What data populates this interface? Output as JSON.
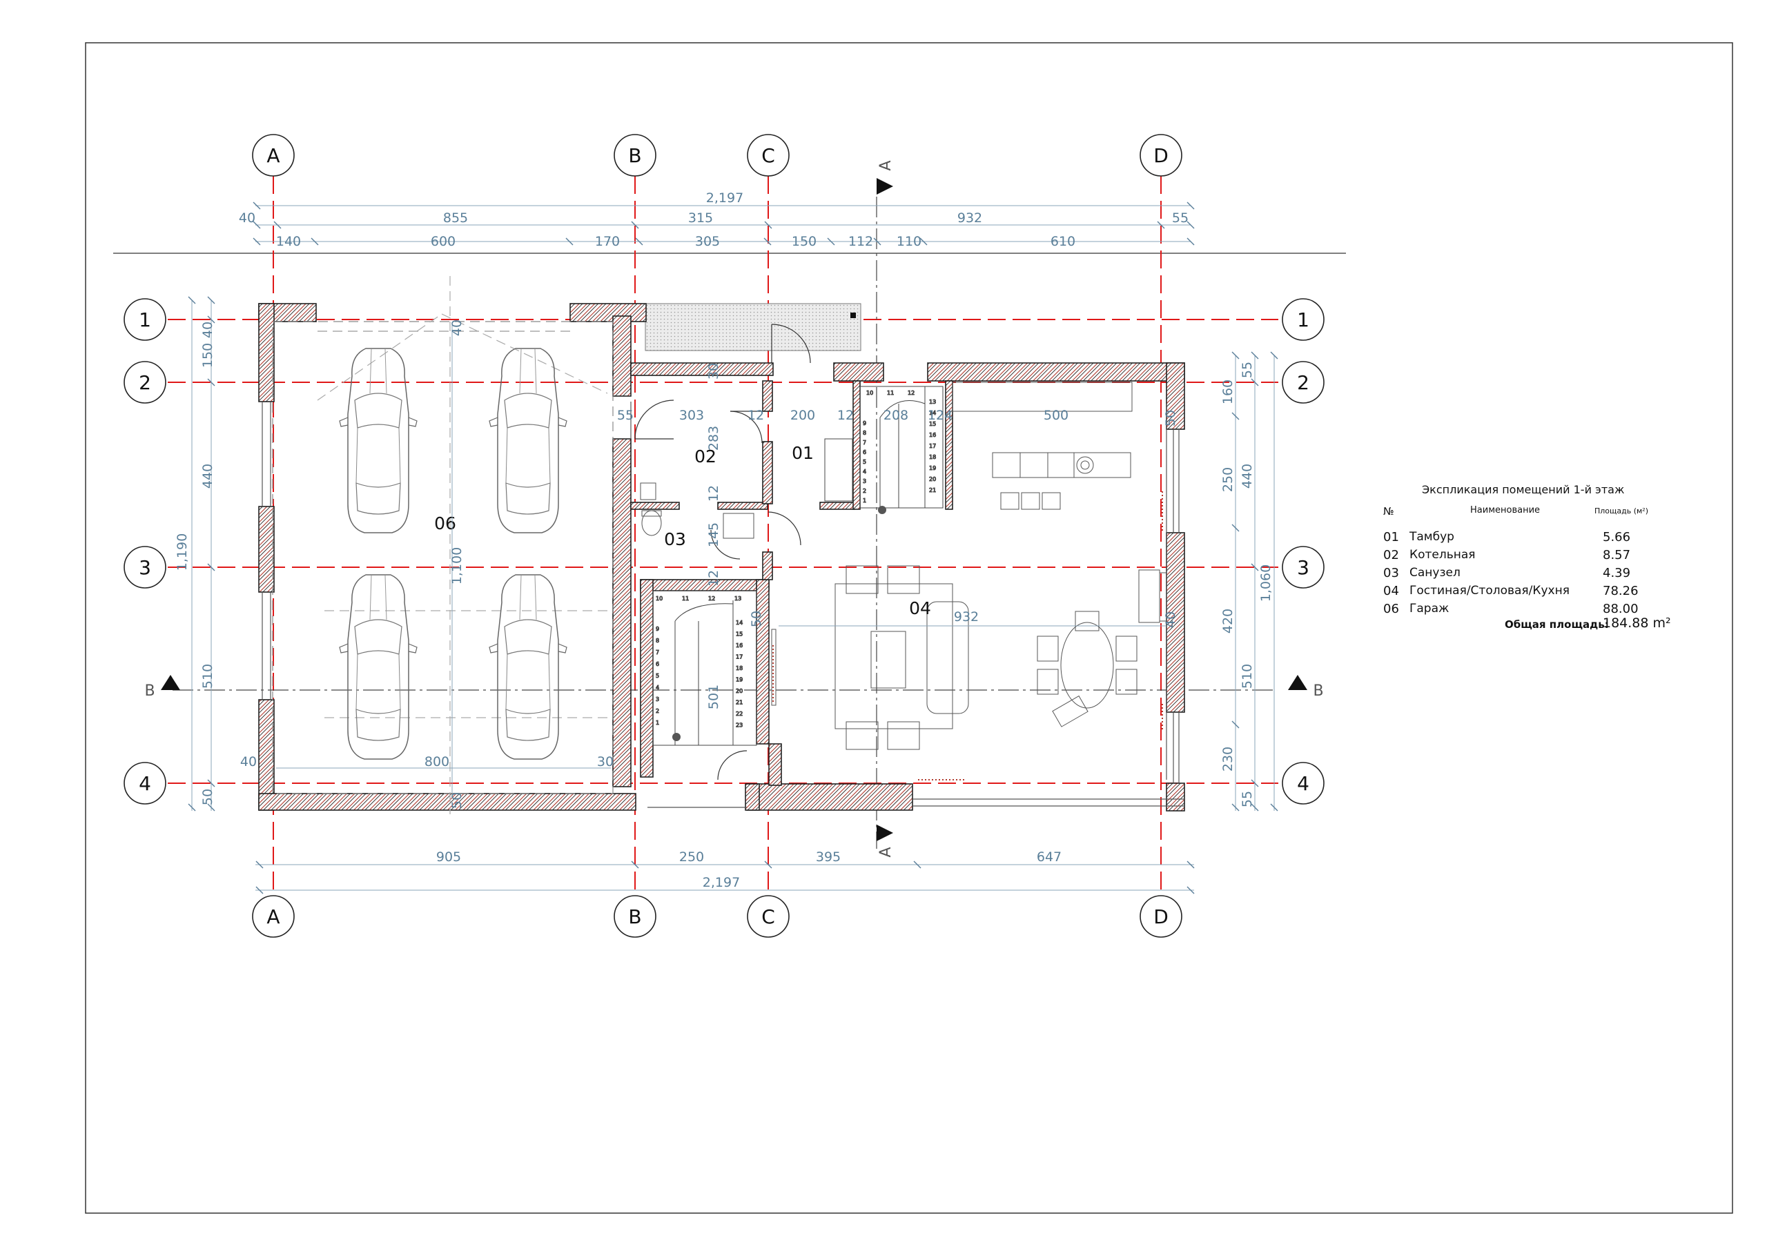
{
  "grid": {
    "columns": [
      "A",
      "B",
      "C",
      "D"
    ],
    "rows": [
      "1",
      "2",
      "3",
      "4"
    ]
  },
  "sections": {
    "a": "A",
    "b": "B"
  },
  "rooms": {
    "r01": "01",
    "r02": "02",
    "r03": "03",
    "r04": "04",
    "r06": "06"
  },
  "dimensions": {
    "top": {
      "overall": "2,197",
      "chain1": [
        "40",
        "855",
        "315",
        "932",
        "55"
      ],
      "chain2": [
        "140",
        "600",
        "170",
        "305",
        "150",
        "112",
        "110",
        "610"
      ]
    },
    "bottom": {
      "chain": [
        "905",
        "250",
        "395",
        "647"
      ],
      "overall": "2,197"
    },
    "left": {
      "overall": "1,190",
      "chain": [
        "40",
        "150",
        "440",
        "510",
        "50"
      ]
    },
    "right": {
      "overall": "1,060",
      "chain1": [
        "55",
        "440",
        "510",
        "55"
      ],
      "chain2": [
        "160",
        "250",
        "420",
        "230"
      ]
    },
    "interior": {
      "garage_inner_w": "800",
      "garage_inner_h": "1,100",
      "garage_top": "40",
      "garage_left": "40",
      "garage_right": "30",
      "garage_bottom": "50",
      "garage_gap": "55",
      "r02_w": "303",
      "r02_h": "283",
      "r01_w": "200",
      "wall12a": "12",
      "wall12b": "12",
      "wall12c": "12",
      "wall12d": "12",
      "stair_w": "208",
      "wall124": "124",
      "r04_top_w": "500",
      "r04_w": "932",
      "r03_h": "145",
      "stair2_h": "501",
      "wall_top": "30",
      "wall_right1": "50",
      "wall_right2": "40",
      "wall_stair2": "50"
    }
  },
  "schedule": {
    "title": "Экспликация помещений  1-й этаж",
    "col_num": "№",
    "col_name": "Наименование",
    "col_area": "Площадь (м²)",
    "rows": [
      {
        "num": "01",
        "name": "Тамбур",
        "area": "5.66"
      },
      {
        "num": "02",
        "name": "Котельная",
        "area": "8.57"
      },
      {
        "num": "03",
        "name": "Санузел",
        "area": "4.39"
      },
      {
        "num": "04",
        "name": "Гостиная/Столовая/Кухня",
        "area": "78.26"
      },
      {
        "num": "06",
        "name": "Гараж",
        "area": "88.00"
      }
    ],
    "total_label": "Общая площадь:",
    "total_value": "184.88 m²"
  },
  "stairs": {
    "upper": [
      "1",
      "2",
      "3",
      "4",
      "5",
      "6",
      "7",
      "8",
      "9",
      "10",
      "11",
      "12",
      "13",
      "14",
      "15",
      "16",
      "17",
      "18",
      "19",
      "20",
      "21"
    ],
    "lower": [
      "1",
      "2",
      "3",
      "4",
      "5",
      "6",
      "7",
      "8",
      "9",
      "10",
      "11",
      "12",
      "13",
      "14",
      "15",
      "16",
      "17",
      "18",
      "19",
      "20",
      "21",
      "22",
      "23"
    ]
  },
  "colors": {
    "grid_line": "#e01818",
    "dim_text": "#5a7f99",
    "wall_hatch": "#c0392b",
    "frame": "#333333"
  }
}
